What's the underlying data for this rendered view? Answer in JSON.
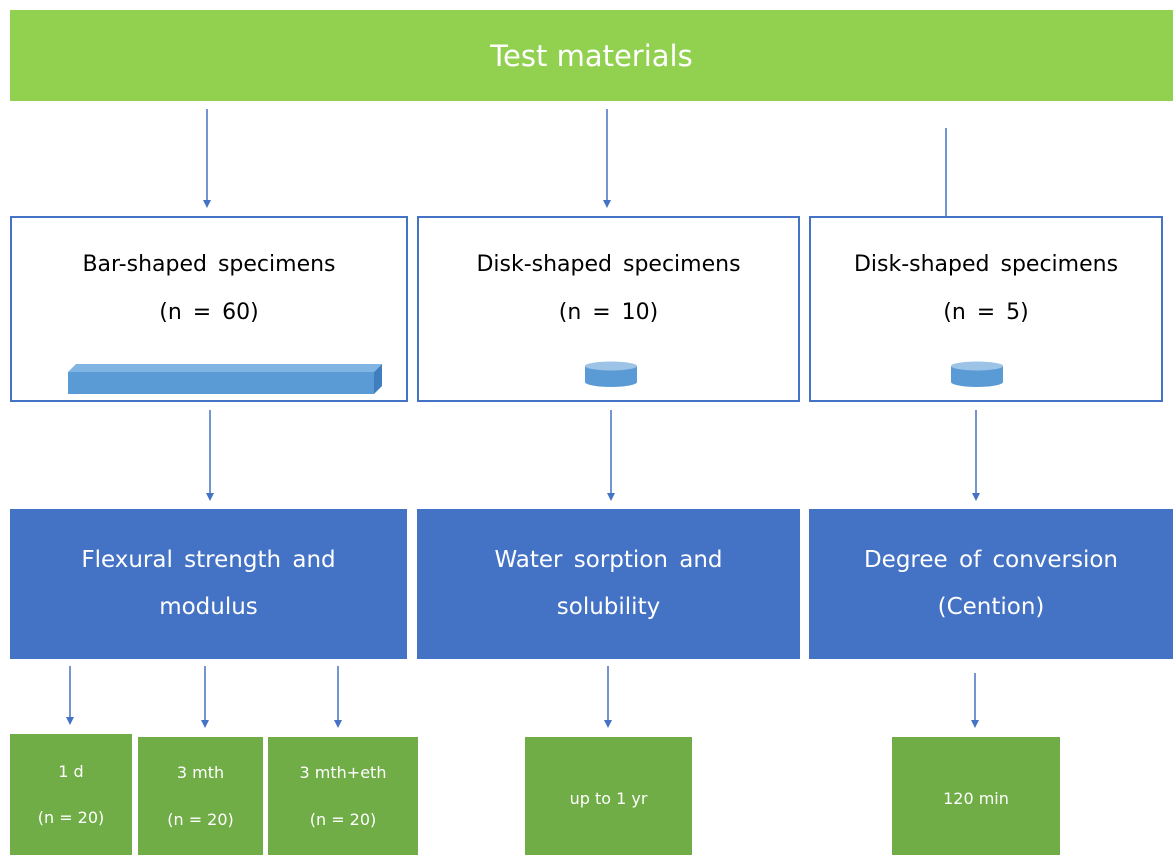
{
  "top": {
    "title": "Test materials"
  },
  "specimens": [
    {
      "label": "Bar-shaped specimens",
      "count": "(n = 60)",
      "shape": "bar"
    },
    {
      "label": "Disk-shaped specimens",
      "count": "(n = 10)",
      "shape": "disk"
    },
    {
      "label": "Disk-shaped specimens",
      "count": "(n = 5)",
      "shape": "disk"
    }
  ],
  "tests": [
    {
      "line1": "Flexural strength and",
      "line2": "modulus"
    },
    {
      "line1": "Water sorption and",
      "line2": "solubility"
    },
    {
      "line1": "Degree of conversion",
      "line2": "(Cention)"
    }
  ],
  "results": [
    {
      "label": "1 d",
      "count": "(n = 20)"
    },
    {
      "label": "3 mth",
      "count": "(n = 20)"
    },
    {
      "label": "3 mth+eth",
      "count": "(n = 20)"
    },
    {
      "label": "up to 1 yr"
    },
    {
      "label": "120 min"
    }
  ],
  "colors": {
    "green_light": "#92d050",
    "blue": "#4472c4",
    "green_dark": "#70ad47",
    "shape_fill": "#5b9bd5"
  }
}
